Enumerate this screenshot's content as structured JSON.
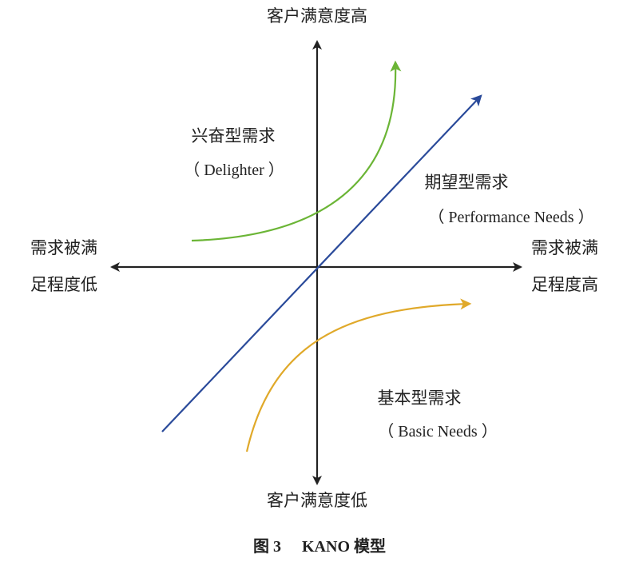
{
  "axes": {
    "y_top": "客户满意度高",
    "y_bottom": "客户满意度低",
    "x_left_line1": "需求被满",
    "x_left_line2": "足程度低",
    "x_right_line1": "需求被满",
    "x_right_line2": "足程度高"
  },
  "curves": {
    "delighter": {
      "title": "兴奋型需求",
      "subtitle": "（ Delighter ）",
      "color": "#6bb536"
    },
    "performance": {
      "title": "期望型需求",
      "subtitle": "（ Performance Needs ）",
      "color": "#2a4a9a"
    },
    "basic": {
      "title": "基本型需求",
      "subtitle": "（ Basic Needs ）",
      "color": "#e0a92a"
    }
  },
  "axis_color": "#222222",
  "caption": {
    "figure": "图 3",
    "title": "KANO 模型"
  }
}
